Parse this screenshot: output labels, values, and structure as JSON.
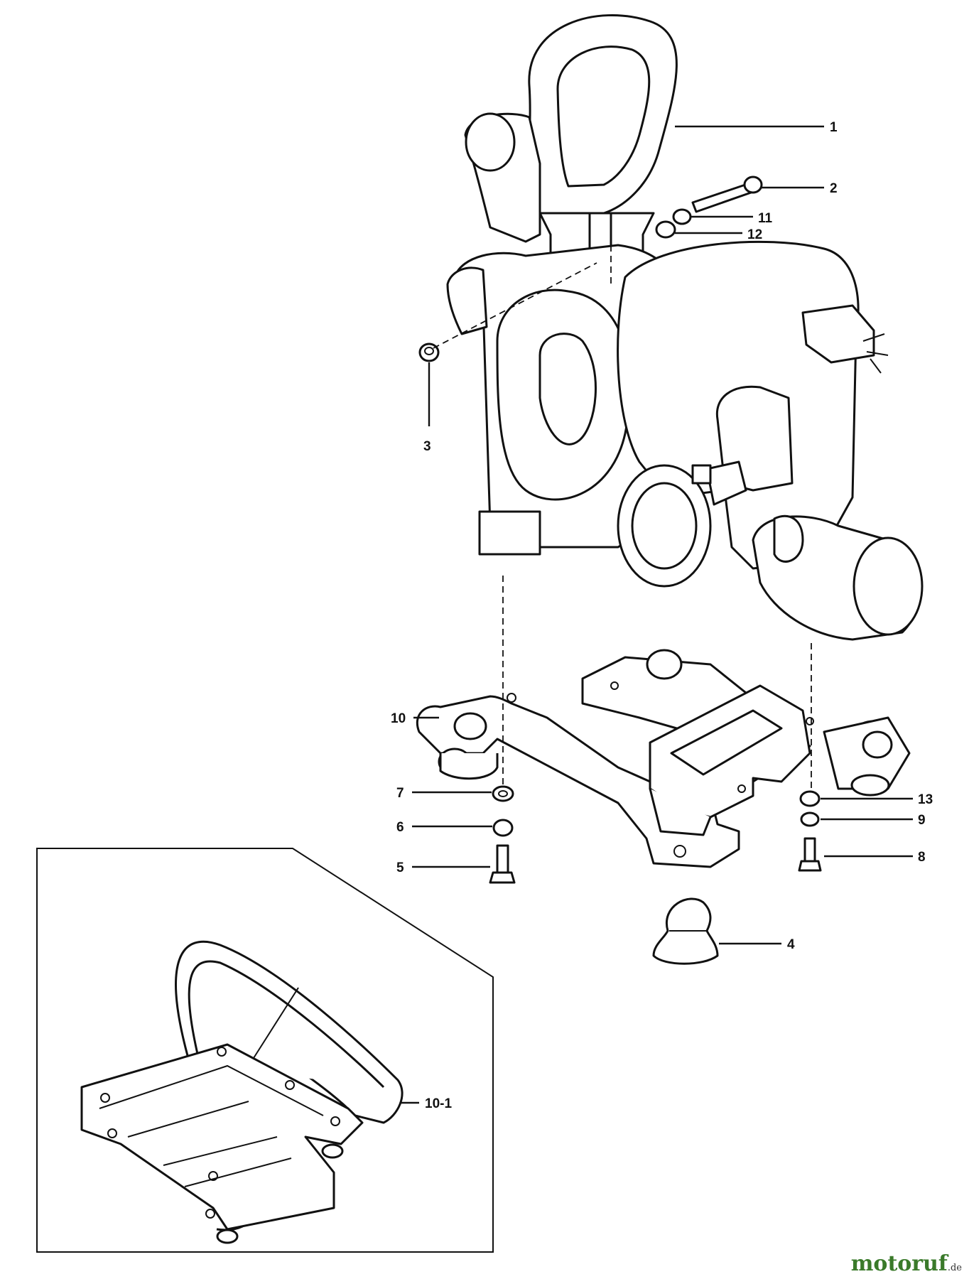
{
  "labels": {
    "l1": "1",
    "l2": "2",
    "l3": "3",
    "l4": "4",
    "l5": "5",
    "l6": "6",
    "l7": "7",
    "l8": "8",
    "l9": "9",
    "l10": "10",
    "l10_1": "10-1",
    "l11": "11",
    "l12": "12",
    "l13": "13"
  },
  "watermark": {
    "brand": "motoruf",
    "tld": ".de"
  },
  "colors": {
    "ink": "#111111",
    "background": "#ffffff",
    "watermark": "#3a7a2a"
  }
}
